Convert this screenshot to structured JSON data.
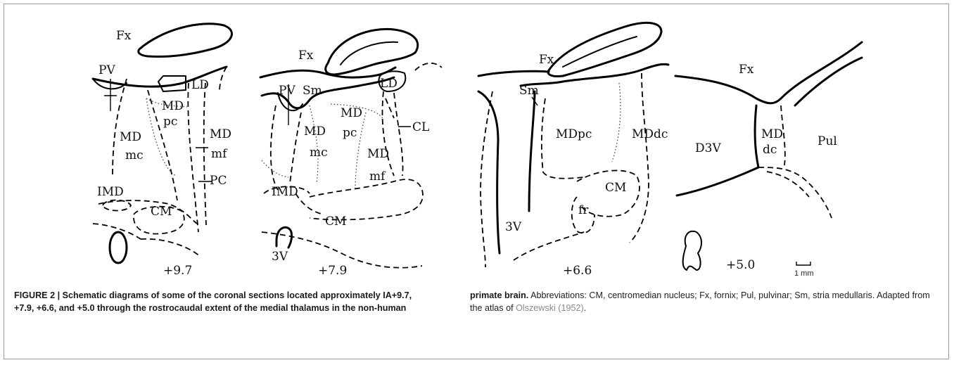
{
  "panels": [
    {
      "id": "p1",
      "labels": {
        "fx": "Fx",
        "pv": "PV",
        "ld": "LD",
        "md_a": "MD",
        "pc_a": "pc",
        "md_b": "MD",
        "mc": "mc",
        "md_c": "MD",
        "mf": "mf",
        "pc_b": "PC",
        "imd": "IMD",
        "cm": "CM"
      },
      "coordinate": "+9.7"
    },
    {
      "id": "p2",
      "labels": {
        "fx": "Fx",
        "pv": "PV",
        "sm": "Sm",
        "ld": "LD",
        "md_a": "MD",
        "pc": "pc",
        "md_b": "MD",
        "mc": "mc",
        "cl": "CL",
        "md_c": "MD",
        "mf": "mf",
        "imd": "IMD",
        "cm": "CM",
        "v3": "3V"
      },
      "coordinate": "+7.9"
    },
    {
      "id": "p3",
      "labels": {
        "fx": "Fx",
        "sm": "Sm",
        "mdpc": "MDpc",
        "mddc": "MDdc",
        "cm": "CM",
        "v3": "3V",
        "fr": "fr"
      },
      "coordinate": "+6.6"
    },
    {
      "id": "p4",
      "labels": {
        "fx": "Fx",
        "d3v": "D3V",
        "md": "MD",
        "dc": "dc",
        "pul": "Pul"
      },
      "coordinate": "+5.0"
    }
  ],
  "scale_bar": {
    "label": "1 mm"
  },
  "caption": {
    "left": "FIGURE 2 | Schematic diagrams of some of the coronal sections located approximately IA+9.7, +7.9, +6.6, and +5.0 through the rostrocaudal extent of the medial thalamus in the non-human",
    "right_bold": "primate brain.",
    "right_text": " Abbreviations: CM, centromedian nucleus; Fx, fornix; Pul, pulvinar; Sm, stria medullaris. Adapted from the atlas of ",
    "right_link": "Olszewski (1952)",
    "right_end": "."
  }
}
